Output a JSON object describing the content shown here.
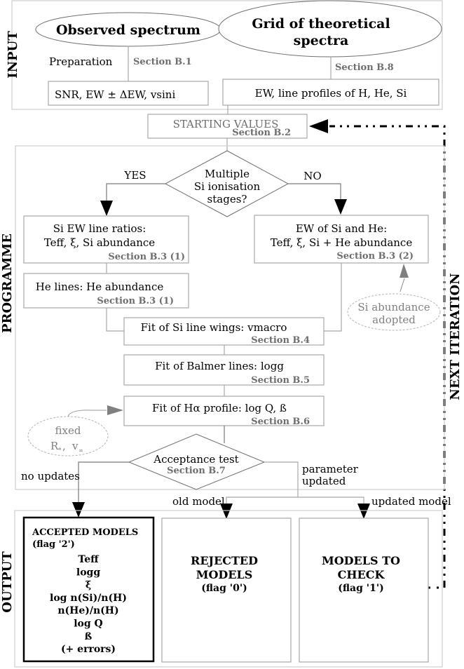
{
  "sections": {
    "input": "INPUT",
    "programme": "PROGRAMME",
    "output": "OUTPUT",
    "next_iteration": "NEXT ITERATION"
  },
  "input": {
    "observed_spectrum": "Observed spectrum",
    "preparation": "Preparation",
    "preparation_section": "Section B.1",
    "observed_output": "SNR, EW ± ΔEW, vsini",
    "grid_line1": "Grid of theoretical",
    "grid_line2": "spectra",
    "grid_section": "Section B.8",
    "grid_output": "EW, line profiles of H, He, Si"
  },
  "starting_values": {
    "label": "STARTING VALUES",
    "section": "Section B.2"
  },
  "decision_ionisation": {
    "line1": "Multiple",
    "line2": "Si ionisation",
    "line3": "stages?",
    "yes": "YES",
    "no": "NO"
  },
  "si_ratios": {
    "line1": "Si EW line ratios:",
    "line2": "Teff, ξ, Si abundance",
    "section": "Section B.3 (1)"
  },
  "he_lines": {
    "line1": "He lines: He abundance",
    "section": "Section B.3 (1)"
  },
  "ew_si_he": {
    "line1": "EW of Si and He:",
    "line2": "Teff, ξ, Si + He abundance",
    "section": "Section B.3 (2)"
  },
  "si_abundance_note": {
    "line1": "Si abundance",
    "line2": "adopted"
  },
  "si_wings": {
    "line1": "Fit of Si line wings: vmacro",
    "section": "Section B.4"
  },
  "balmer": {
    "line1": "Fit of Balmer lines:  logg",
    "section": "Section B.5"
  },
  "halpha": {
    "line1": "Fit of Hα profile:  log Q, ß",
    "section": "Section B.6"
  },
  "fixed_note": {
    "line1": "fixed",
    "r_star": "R",
    "r_sub": "*",
    "sep": " , ",
    "v_inf": "v",
    "v_sub": "∞"
  },
  "acceptance": {
    "label": "Acceptance test",
    "section": "Section B.7",
    "no_updates": "no updates",
    "param_updated_1": "parameter",
    "param_updated_2": "updated",
    "old_model": "old model",
    "updated_model": "updated model"
  },
  "output": {
    "accepted_title": "ACCEPTED MODELS",
    "accepted_flag": "(flag '2')",
    "accepted_params": [
      "Teff",
      "logg",
      "ξ",
      "log n(Si)/n(H)",
      "n(He)/n(H)",
      "log Q",
      "ß",
      "(+ errors)"
    ],
    "rejected_line1": "REJECTED",
    "rejected_line2": "MODELS",
    "rejected_flag": "(flag '0')",
    "check_line1": "MODELS TO",
    "check_line2": "CHECK",
    "check_flag": "(flag '1')"
  }
}
